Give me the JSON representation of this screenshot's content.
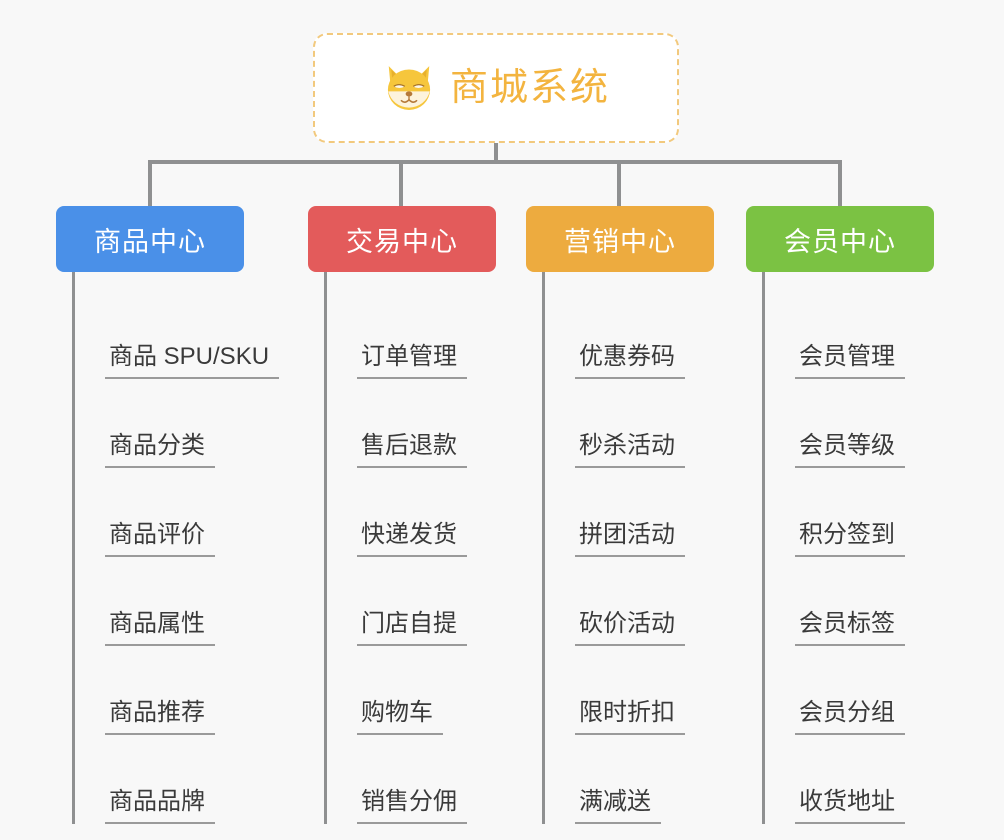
{
  "root": {
    "title": "商城系统",
    "icon": "shiba-dog-icon",
    "title_color": "#f3b43f",
    "border_color": "#f2c97d"
  },
  "branches": [
    {
      "title": "商品中心",
      "color": "#4a90e8",
      "items": [
        "商品 SPU/SKU",
        "商品分类",
        "商品评价",
        "商品属性",
        "商品推荐",
        "商品品牌"
      ]
    },
    {
      "title": "交易中心",
      "color": "#e35b5b",
      "items": [
        "订单管理",
        "售后退款",
        "快递发货",
        "门店自提",
        "购物车",
        "销售分佣"
      ]
    },
    {
      "title": "营销中心",
      "color": "#edab3f",
      "items": [
        "优惠券码",
        "秒杀活动",
        "拼团活动",
        "砍价活动",
        "限时折扣",
        "满减送"
      ]
    },
    {
      "title": "会员中心",
      "color": "#7bc243",
      "items": [
        "会员管理",
        "会员等级",
        "积分签到",
        "会员标签",
        "会员分组",
        "收货地址"
      ]
    }
  ]
}
